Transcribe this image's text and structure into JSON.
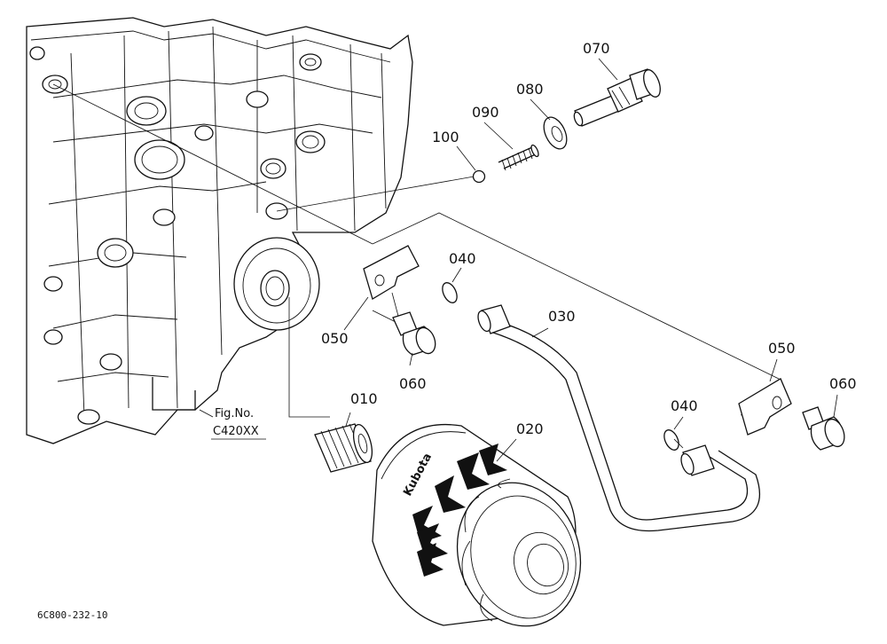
{
  "parts": [
    {
      "number": "010"
    },
    {
      "number": "020"
    },
    {
      "number": "030"
    },
    {
      "number": "040"
    },
    {
      "number": "040"
    },
    {
      "number": "050"
    },
    {
      "number": "050"
    },
    {
      "number": "060"
    },
    {
      "number": "060"
    },
    {
      "number": "070"
    },
    {
      "number": "080"
    },
    {
      "number": "090"
    },
    {
      "number": "100"
    }
  ],
  "figure_reference": {
    "line1": "Fig.No.",
    "line2": "C420XX"
  },
  "drawing_code": "6C800-232-10",
  "filter_brand": "Kubota"
}
